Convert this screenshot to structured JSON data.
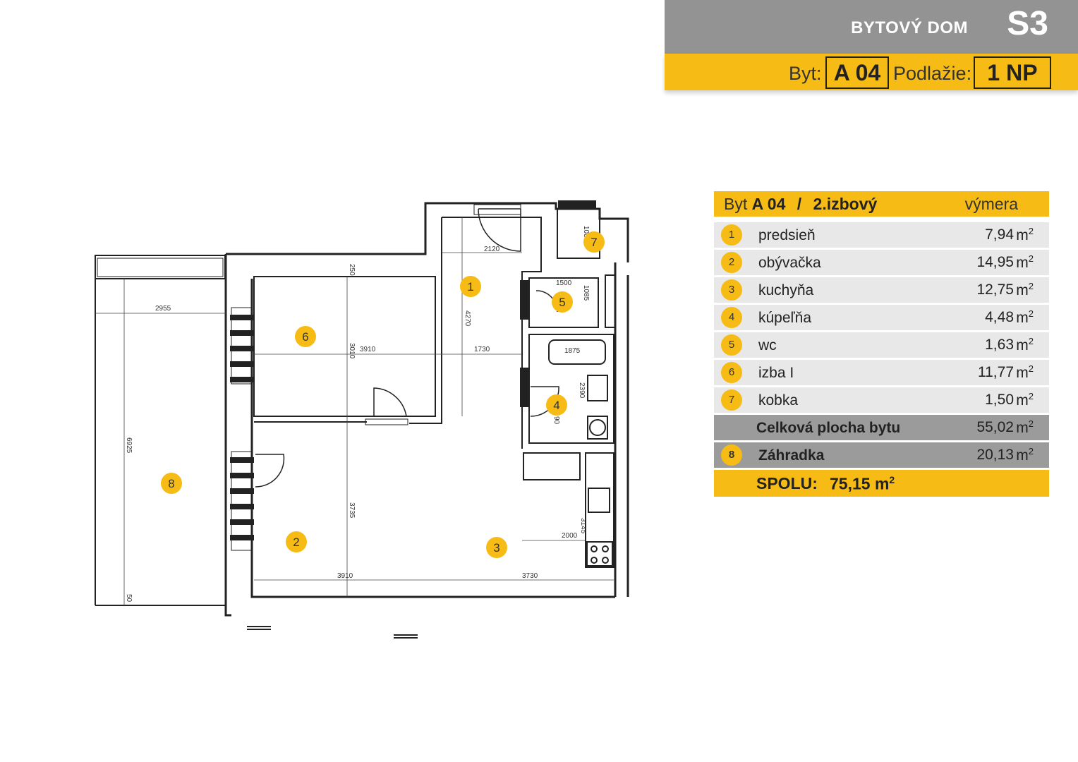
{
  "header": {
    "building_label": "BYTOVÝ DOM",
    "building_code": "S3",
    "flat_label": "Byt:",
    "flat_code": "A 04",
    "floor_label": "Podlažie:",
    "floor_code": "1 NP"
  },
  "table": {
    "title_prefix": "Byt",
    "title_flat": "A 04",
    "title_sep": "/",
    "title_type": "2.izbový",
    "area_header": "výmera",
    "unit": "m",
    "unit_sup": "2",
    "rooms": [
      {
        "num": "1",
        "name": "predsieň",
        "area": "7,94"
      },
      {
        "num": "2",
        "name": "obývačka",
        "area": "14,95"
      },
      {
        "num": "3",
        "name": "kuchyňa",
        "area": "12,75"
      },
      {
        "num": "4",
        "name": "kúpeľňa",
        "area": "4,48"
      },
      {
        "num": "5",
        "name": "wc",
        "area": "1,63"
      },
      {
        "num": "6",
        "name": "izba I",
        "area": "11,77"
      },
      {
        "num": "7",
        "name": "kobka",
        "area": "1,50"
      }
    ],
    "subtotal": {
      "name": "Celková plocha bytu",
      "area": "55,02"
    },
    "garden": {
      "num": "8",
      "name": "Záhradka",
      "area": "20,13"
    },
    "total": {
      "label": "SPOLU:",
      "value": "75,15 m"
    }
  },
  "plan": {
    "dimensions": {
      "d2955": "2955",
      "d6925": "6925",
      "d50": "50",
      "d250": "250",
      "d3010": "3010",
      "d3910a": "3910",
      "d1730": "1730",
      "d2120": "2120",
      "d4270": "4270",
      "d1500": "1500",
      "d1085a": "1085",
      "d1085b": "1085",
      "d1875": "1875",
      "d2390": "2390",
      "d90": "90",
      "d3735": "3735",
      "d3910b": "3910",
      "d3730": "3730",
      "d2000": "2000",
      "d3145": "3145"
    },
    "markers": [
      "1",
      "2",
      "3",
      "4",
      "5",
      "6",
      "7",
      "8"
    ]
  },
  "colors": {
    "accent": "#f6bb14",
    "header_grey": "#939393",
    "row_grey": "#e8e8e8",
    "dark_grey": "#9b9b9b"
  }
}
